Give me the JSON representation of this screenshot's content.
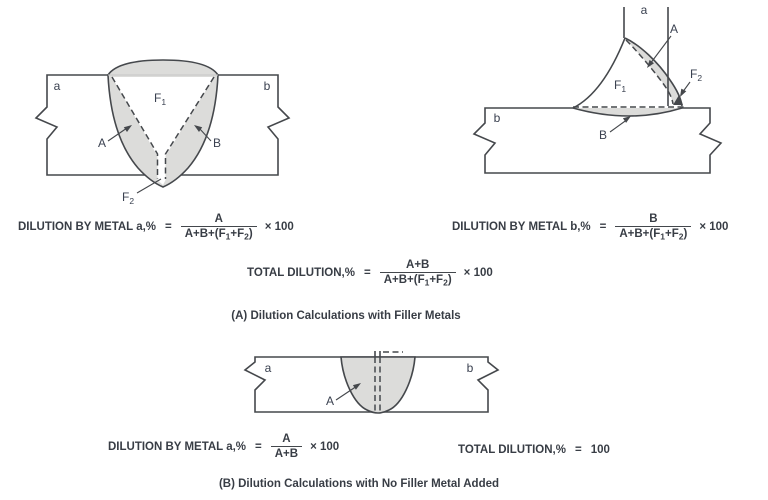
{
  "captions": {
    "a": "(A) Dilution Calculations with Filler Metals",
    "b": "(B) Dilution Calculations with No Filler Metal Added"
  },
  "formulas": {
    "den_filler": {
      "p1": "A+B+(F",
      "s1": "1",
      "p2": "+F",
      "s2": "2",
      "p3": ")"
    },
    "row1_left": {
      "label": "DILUTION BY METAL a,%",
      "eq": "=",
      "num": "A",
      "times": "× 100"
    },
    "row1_right": {
      "label": "DILUTION BY METAL b,%",
      "eq": "=",
      "num": "B",
      "times": "× 100"
    },
    "row2": {
      "label": "TOTAL DILUTION,%",
      "eq": "=",
      "num": "A+B",
      "times": "× 100"
    },
    "row3_left": {
      "label": "DILUTION BY METAL a,%",
      "eq": "=",
      "num": "A",
      "den": "A+B",
      "times": "× 100"
    },
    "row3_right": {
      "label": "TOTAL DILUTION,%",
      "eq": "=",
      "value": "100"
    }
  },
  "diagram_butt": {
    "plate_a": "a",
    "plate_b": "b",
    "region_a": "A",
    "region_b": "B",
    "f": "F",
    "f1_sub": "1",
    "f2_sub": "2"
  },
  "diagram_fillet": {
    "plate_a": "a",
    "plate_b": "b",
    "region_a": "A",
    "region_b": "B",
    "f": "F",
    "f1_sub": "1",
    "f2_sub": "2"
  },
  "diagram_nofiller": {
    "plate_a": "a",
    "plate_b": "b",
    "region_a": "A"
  },
  "colors": {
    "line": "#45484c",
    "weld_fill": "#dcdcda",
    "label_text": "#3a4150",
    "formula_text": "#383d45"
  }
}
